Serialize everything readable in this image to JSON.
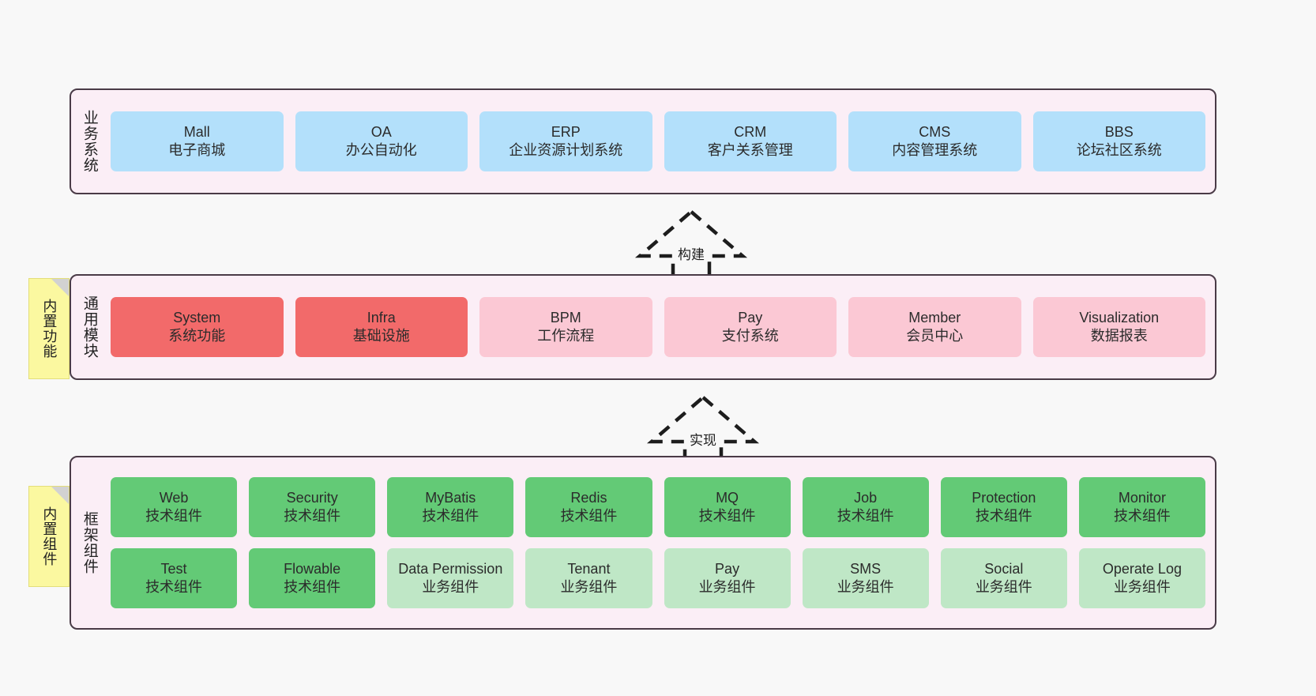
{
  "diagram": {
    "title": "",
    "colors": {
      "canvas": "#f8f8f8",
      "layer_bg": "#fbeef6",
      "layer_border": "#4a3b47",
      "business_box": "#b3e0fb",
      "core_module_box": "#f26a6a",
      "optional_module_box": "#fbc8d4",
      "tech_component_box": "#63ca76",
      "biz_component_box": "#bfe7c6",
      "note_bg": "#fbf8a0"
    }
  },
  "layers": [
    {
      "id": "business-system",
      "title": "业务系统",
      "note": null,
      "rows": [
        {
          "boxes": [
            {
              "name": "Mall",
              "desc": "电子商城",
              "style": "blue"
            },
            {
              "name": "OA",
              "desc": "办公自动化",
              "style": "blue"
            },
            {
              "name": "ERP",
              "desc": "企业资源计划系统",
              "style": "blue"
            },
            {
              "name": "CRM",
              "desc": "客户关系管理",
              "style": "blue"
            },
            {
              "name": "CMS",
              "desc": "内容管理系统",
              "style": "blue"
            },
            {
              "name": "BBS",
              "desc": "论坛社区系统",
              "style": "blue"
            }
          ]
        }
      ]
    },
    {
      "id": "common-module",
      "title": "通用模块",
      "note": "内置功能",
      "rows": [
        {
          "boxes": [
            {
              "name": "System",
              "desc": "系统功能",
              "style": "red"
            },
            {
              "name": "Infra",
              "desc": "基础设施",
              "style": "red"
            },
            {
              "name": "BPM",
              "desc": "工作流程",
              "style": "pink"
            },
            {
              "name": "Pay",
              "desc": "支付系统",
              "style": "pink"
            },
            {
              "name": "Member",
              "desc": "会员中心",
              "style": "pink"
            },
            {
              "name": "Visualization",
              "desc": "数据报表",
              "style": "pink"
            }
          ]
        }
      ]
    },
    {
      "id": "framework-component",
      "title": "框架组件",
      "note": "内置组件",
      "rows": [
        {
          "boxes": [
            {
              "name": "Web",
              "desc": "技术组件",
              "style": "green"
            },
            {
              "name": "Security",
              "desc": "技术组件",
              "style": "green"
            },
            {
              "name": "MyBatis",
              "desc": "技术组件",
              "style": "green"
            },
            {
              "name": "Redis",
              "desc": "技术组件",
              "style": "green"
            },
            {
              "name": "MQ",
              "desc": "技术组件",
              "style": "green"
            },
            {
              "name": "Job",
              "desc": "技术组件",
              "style": "green"
            },
            {
              "name": "Protection",
              "desc": "技术组件",
              "style": "green"
            },
            {
              "name": "Monitor",
              "desc": "技术组件",
              "style": "green"
            }
          ]
        },
        {
          "boxes": [
            {
              "name": "Test",
              "desc": "技术组件",
              "style": "green"
            },
            {
              "name": "Flowable",
              "desc": "技术组件",
              "style": "green"
            },
            {
              "name": "Data Permission",
              "desc": "业务组件",
              "style": "lgreen"
            },
            {
              "name": "Tenant",
              "desc": "业务组件",
              "style": "lgreen"
            },
            {
              "name": "Pay",
              "desc": "业务组件",
              "style": "lgreen"
            },
            {
              "name": "SMS",
              "desc": "业务组件",
              "style": "lgreen"
            },
            {
              "name": "Social",
              "desc": "业务组件",
              "style": "lgreen"
            },
            {
              "name": "Operate Log",
              "desc": "业务组件",
              "style": "lgreen"
            }
          ]
        }
      ]
    }
  ],
  "connectors": [
    {
      "id": "build",
      "label": "构建",
      "from": "common-module",
      "to": "business-system"
    },
    {
      "id": "implement",
      "label": "实现",
      "from": "framework-component",
      "to": "common-module"
    }
  ]
}
